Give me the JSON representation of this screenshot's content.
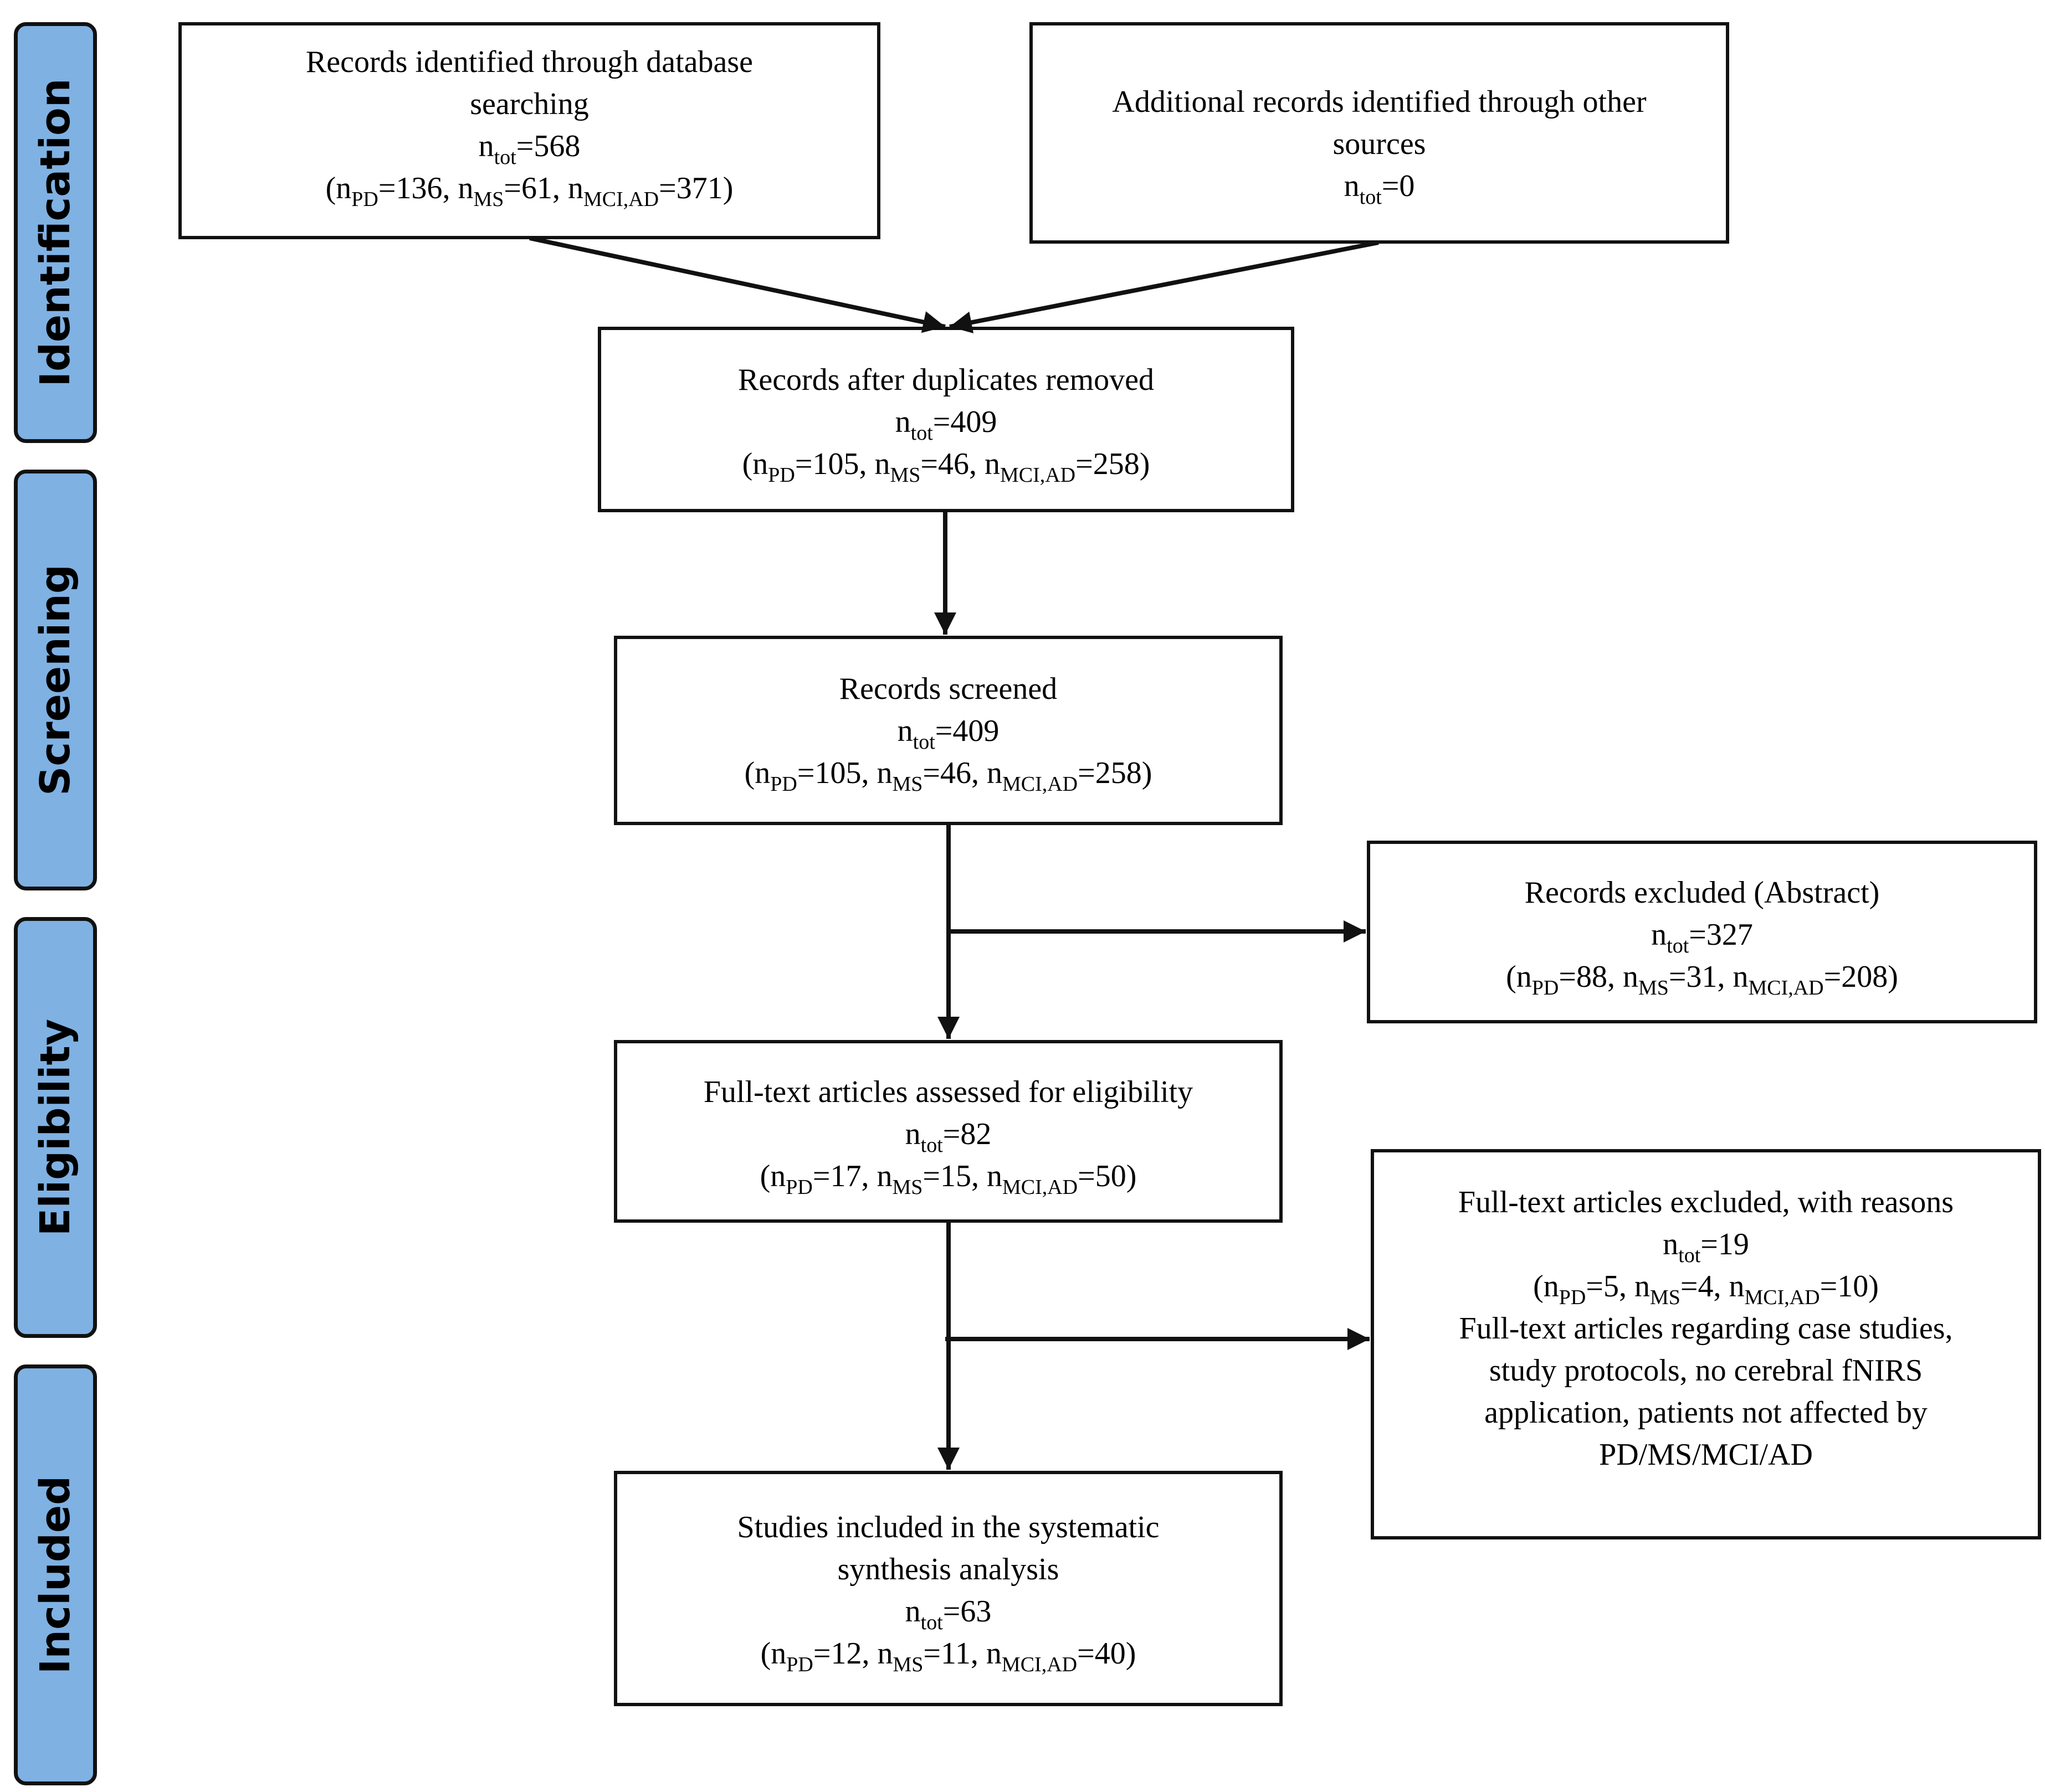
{
  "stages": {
    "identification": "Identification",
    "screening": "Screening",
    "eligibility": "Eligibility",
    "included": "Included"
  },
  "boxes": {
    "identified_db": {
      "title_1": "Records identified through database",
      "title_2": "searching",
      "tot": "568",
      "pd": "136",
      "ms": "61",
      "mci_ad": "371"
    },
    "identified_other": {
      "title_1": "Additional records identified through other",
      "title_2": "sources",
      "tot": "0"
    },
    "duplicates_removed": {
      "title": "Records after duplicates removed",
      "tot": "409",
      "pd": "105",
      "ms": "46",
      "mci_ad": "258"
    },
    "screened": {
      "title": "Records screened",
      "tot": "409",
      "pd": "105",
      "ms": "46",
      "mci_ad": "258"
    },
    "excluded_abstract": {
      "title": "Records excluded (Abstract)",
      "tot": "327",
      "pd": "88",
      "ms": "31",
      "mci_ad": "208"
    },
    "fulltext_assessed": {
      "title": "Full-text articles assessed for eligibility",
      "tot": "82",
      "pd": "17",
      "ms": "15",
      "mci_ad": "50"
    },
    "fulltext_excluded": {
      "title": "Full-text articles excluded, with reasons",
      "tot": "19",
      "pd": "5",
      "ms": "4",
      "mci_ad": "10",
      "reason_1": "Full-text articles regarding case studies,",
      "reason_2": "study protocols, no cerebral fNIRS",
      "reason_3": "application, patients not affected by",
      "reason_4": "PD/MS/MCI/AD"
    },
    "included_studies": {
      "title_1": "Studies included in the systematic",
      "title_2": "synthesis analysis",
      "tot": "63",
      "pd": "12",
      "ms": "11",
      "mci_ad": "40"
    }
  },
  "labels": {
    "n": "n",
    "tot": "tot",
    "pd": "PD",
    "ms": "MS",
    "mci_ad": "MCI,AD",
    "eq": "=",
    "open": "(",
    "close": ")",
    "sep": ", "
  },
  "colors": {
    "stage_fill": "#7fb1e3",
    "stroke": "#111111"
  }
}
